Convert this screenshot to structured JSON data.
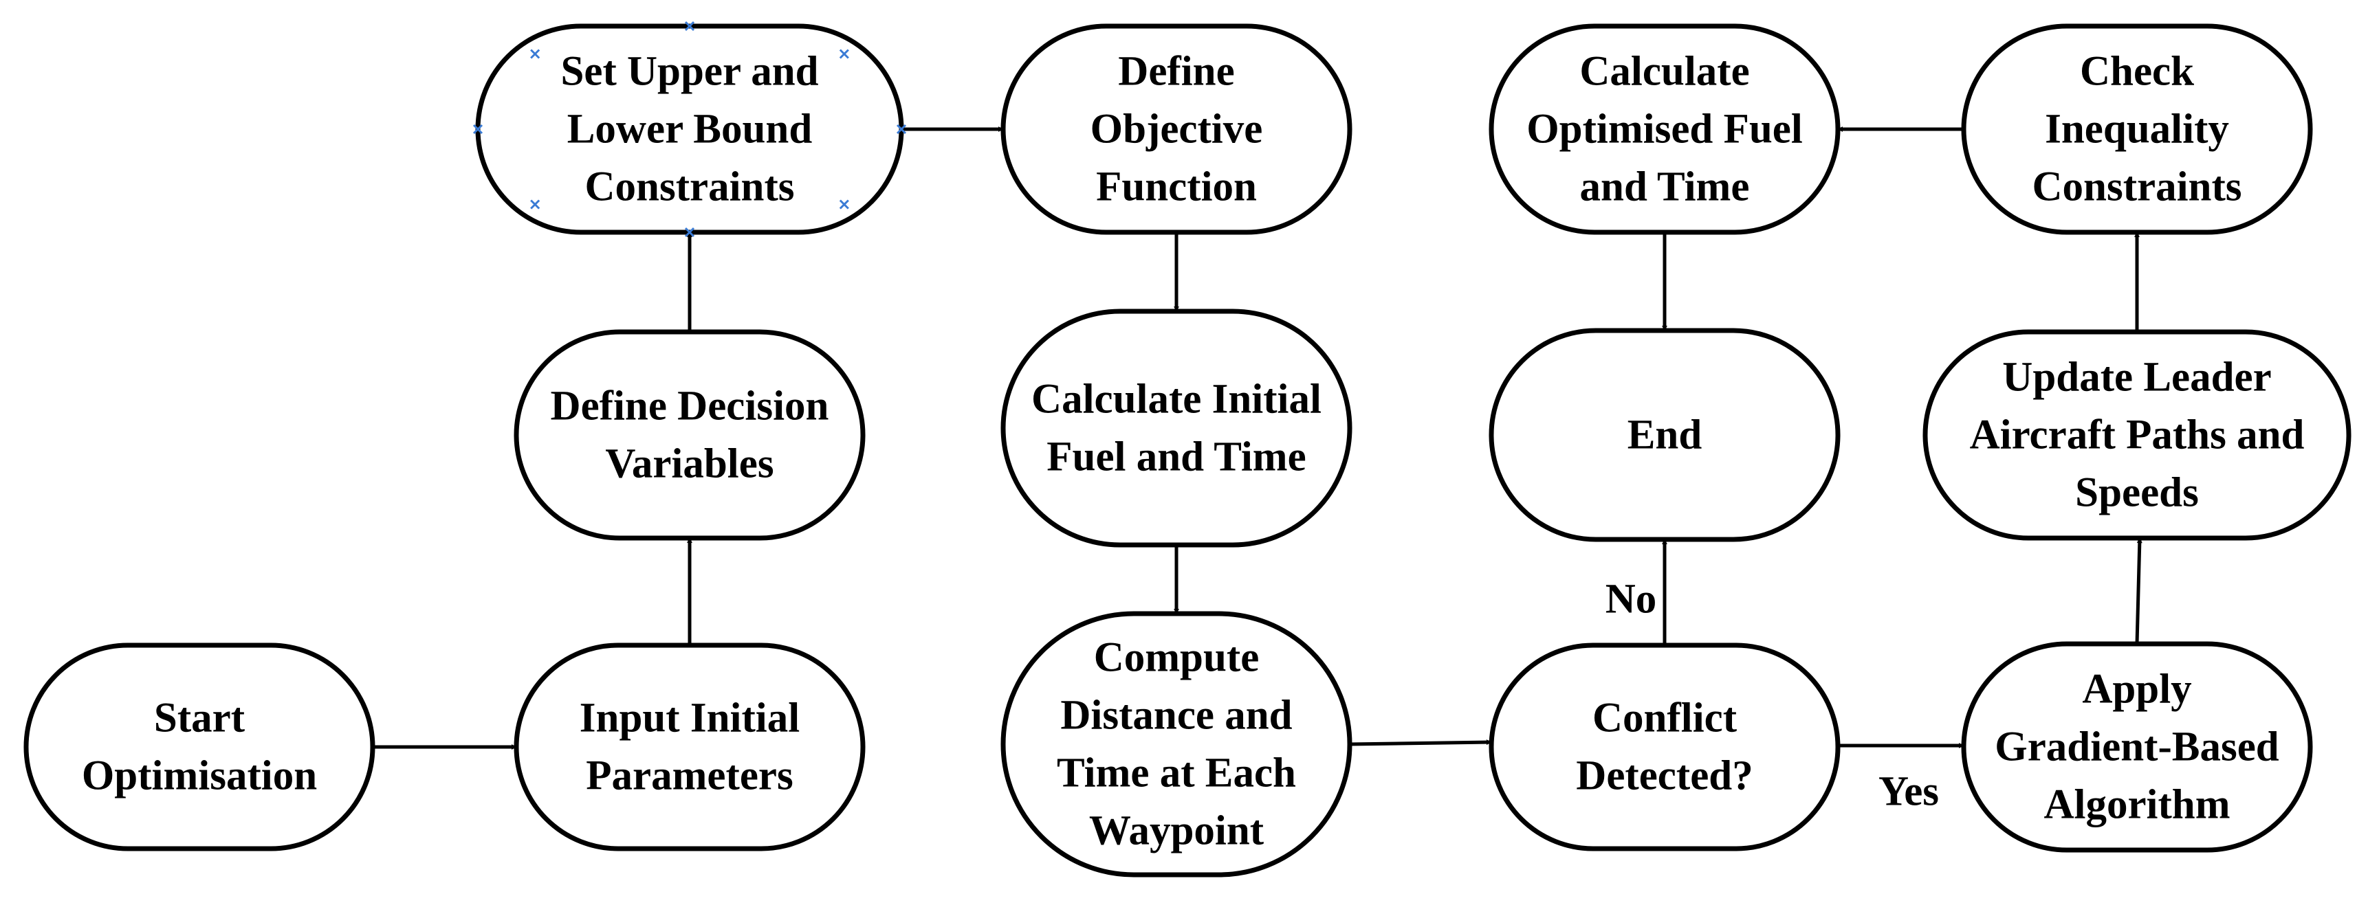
{
  "diagram": {
    "nodes": [
      {
        "id": "start",
        "lines": [
          "Start",
          "Optimisation"
        ]
      },
      {
        "id": "input",
        "lines": [
          "Input Initial",
          "Parameters"
        ]
      },
      {
        "id": "decision",
        "lines": [
          "Define Decision",
          "Variables"
        ]
      },
      {
        "id": "bounds",
        "lines": [
          "Set Upper and",
          "Lower Bound",
          "Constraints"
        ]
      },
      {
        "id": "objective",
        "lines": [
          "Define",
          "Objective",
          "Function"
        ]
      },
      {
        "id": "initial",
        "lines": [
          "Calculate Initial",
          "Fuel and Time"
        ]
      },
      {
        "id": "compute",
        "lines": [
          "Compute",
          "Distance and",
          "Time at Each",
          "Waypoint"
        ]
      },
      {
        "id": "conflict",
        "lines": [
          "Conflict",
          "Detected?"
        ]
      },
      {
        "id": "end",
        "lines": [
          "End"
        ]
      },
      {
        "id": "optimised",
        "lines": [
          "Calculate",
          "Optimised Fuel",
          "and Time"
        ]
      },
      {
        "id": "gradient",
        "lines": [
          "Apply",
          "Gradient-Based",
          "Algorithm"
        ]
      },
      {
        "id": "update",
        "lines": [
          "Update Leader",
          "Aircraft Paths and",
          "Speeds"
        ]
      },
      {
        "id": "inequality",
        "lines": [
          "Check",
          "Inequality",
          "Constraints"
        ]
      }
    ],
    "edges": [
      {
        "from": "start",
        "to": "input",
        "label": ""
      },
      {
        "from": "input",
        "to": "decision",
        "label": ""
      },
      {
        "from": "decision",
        "to": "bounds",
        "label": ""
      },
      {
        "from": "bounds",
        "to": "objective",
        "label": ""
      },
      {
        "from": "objective",
        "to": "initial",
        "label": ""
      },
      {
        "from": "initial",
        "to": "compute",
        "label": ""
      },
      {
        "from": "compute",
        "to": "conflict",
        "label": ""
      },
      {
        "from": "conflict",
        "to": "end",
        "label": "No"
      },
      {
        "from": "conflict",
        "to": "gradient",
        "label": "Yes"
      },
      {
        "from": "gradient",
        "to": "update",
        "label": ""
      },
      {
        "from": "update",
        "to": "inequality",
        "label": ""
      },
      {
        "from": "inequality",
        "to": "optimised",
        "label": ""
      },
      {
        "from": "optimised",
        "to": "end",
        "label": ""
      }
    ]
  }
}
